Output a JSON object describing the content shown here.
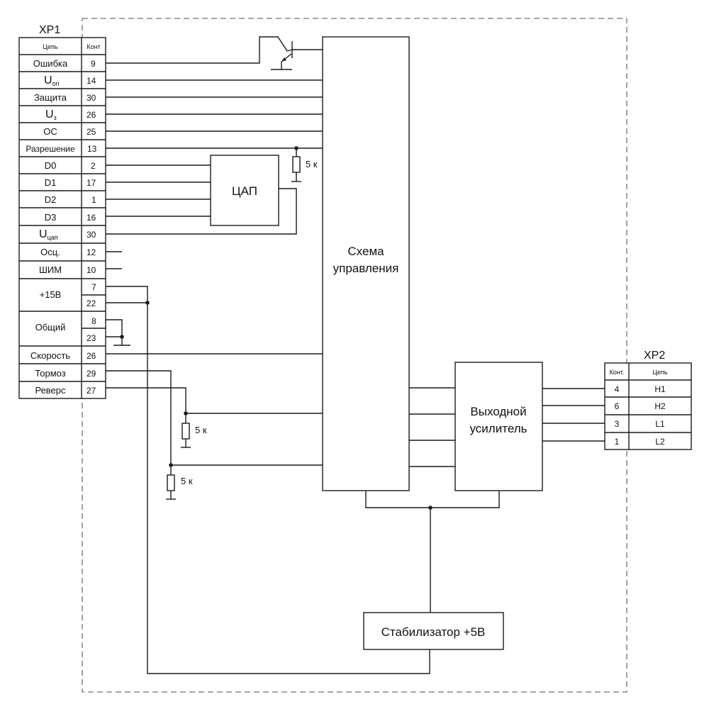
{
  "xp1": {
    "title": "XP1",
    "header_circuit": "Цепь",
    "header_contact": "Конт",
    "rows": [
      {
        "label": "Ошибка",
        "pin": "9"
      },
      {
        "label": "U",
        "label_sub": "оп",
        "pin": "14"
      },
      {
        "label": "Защита",
        "pin": "30"
      },
      {
        "label": "U",
        "label_sub": "з",
        "pin": "26"
      },
      {
        "label": "ОС",
        "pin": "25"
      },
      {
        "label": "Разрешение",
        "pin": "13"
      },
      {
        "label": "D0",
        "pin": "2"
      },
      {
        "label": "D1",
        "pin": "17"
      },
      {
        "label": "D2",
        "pin": "1"
      },
      {
        "label": "D3",
        "pin": "16"
      },
      {
        "label": "U",
        "label_sub": "цап",
        "pin": "30"
      },
      {
        "label": "Осц.",
        "pin": "12"
      },
      {
        "label": "ШИМ",
        "pin": "10"
      }
    ],
    "groups": [
      {
        "label": "+15В",
        "pins": [
          "7",
          "22"
        ]
      },
      {
        "label": "Общий",
        "pins": [
          "8",
          "23"
        ]
      }
    ],
    "rows_bottom": [
      {
        "label": "Скорость",
        "pin": "26"
      },
      {
        "label": "Тормоз",
        "pin": "29"
      },
      {
        "label": "Реверс",
        "pin": "27"
      }
    ]
  },
  "xp2": {
    "title": "XP2",
    "header_contact": "Конт.",
    "header_circuit": "Цепь",
    "rows": [
      {
        "pin": "4",
        "label": "H1"
      },
      {
        "pin": "6",
        "label": "H2"
      },
      {
        "pin": "3",
        "label": "L1"
      },
      {
        "pin": "1",
        "label": "L2"
      }
    ]
  },
  "blocks": {
    "dac": "ЦАП",
    "control_line1": "Схема",
    "control_line2": "управления",
    "amp_line1": "Выходной",
    "amp_line2": "усилитель",
    "stabilizer": "Стабилизатор +5В"
  },
  "resistors": {
    "r1": "5 к",
    "r2": "5 к",
    "r3": "5 к"
  }
}
